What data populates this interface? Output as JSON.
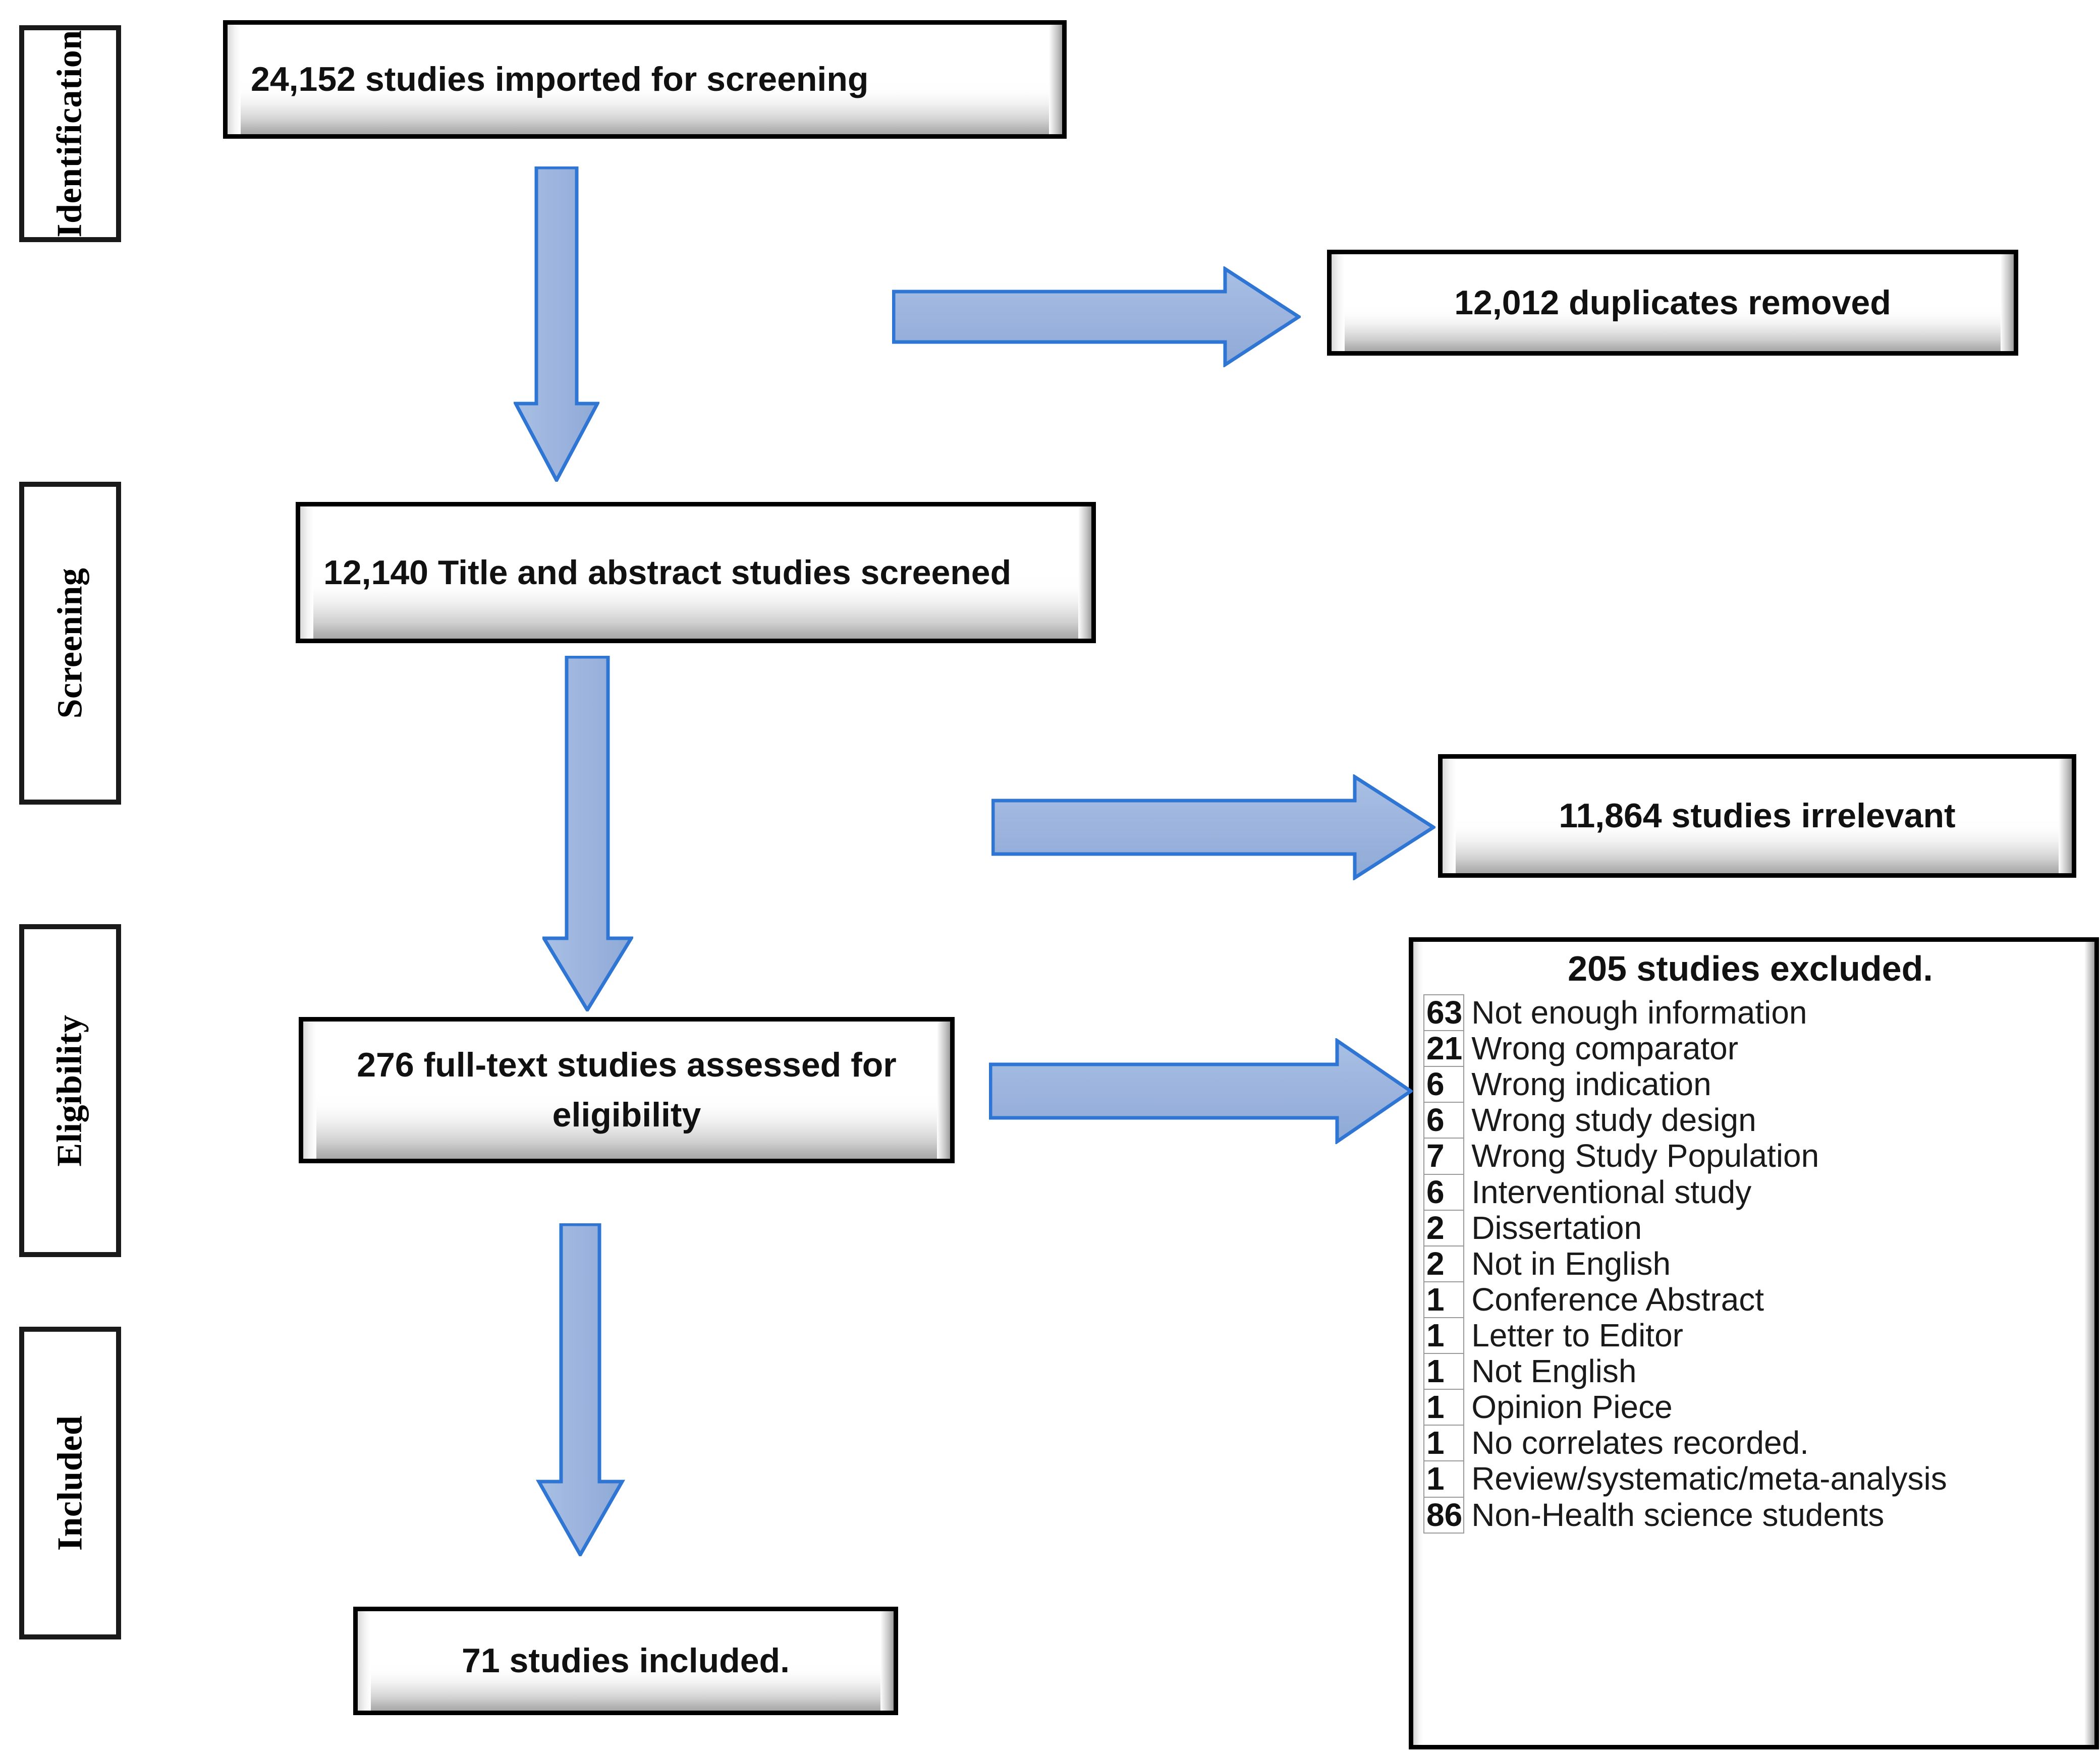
{
  "diagram": {
    "title": "PRISMA study selection flow diagram",
    "accent_arrow_fill": "#95AFDA",
    "accent_arrow_stroke": "#2E75D4",
    "box_border_color": "#000000",
    "text_color": "#111111"
  },
  "stages": [
    {
      "label": "Identification"
    },
    {
      "label": "Screening"
    },
    {
      "label": "Eligibility"
    },
    {
      "label": "Included"
    }
  ],
  "boxes": {
    "imported": {
      "text": "24,152 studies imported for screening"
    },
    "duplicates": {
      "text": "12,012 duplicates removed"
    },
    "screened": {
      "text": "12,140 Title and abstract studies screened"
    },
    "irrelevant": {
      "text": "11,864 studies irrelevant"
    },
    "fulltext": {
      "text": "276 full-text studies assessed for eligibility"
    },
    "included": {
      "text": "71 studies included."
    }
  },
  "exclusion": {
    "title": "205 studies excluded.",
    "total": 205,
    "rows": [
      {
        "count": "63",
        "reason": "Not enough information"
      },
      {
        "count": "21",
        "reason": "Wrong comparator"
      },
      {
        "count": "6",
        "reason": "Wrong indication"
      },
      {
        "count": "6",
        "reason": "Wrong study design"
      },
      {
        "count": "7",
        "reason": "Wrong Study Population"
      },
      {
        "count": "6",
        "reason": "Interventional study"
      },
      {
        "count": "2",
        "reason": "Dissertation"
      },
      {
        "count": "2",
        "reason": "Not in English"
      },
      {
        "count": "1",
        "reason": "Conference Abstract"
      },
      {
        "count": "1",
        "reason": "Letter to Editor"
      },
      {
        "count": "1",
        "reason": "Not English"
      },
      {
        "count": "1",
        "reason": "Opinion Piece"
      },
      {
        "count": "1",
        "reason": "No correlates recorded."
      },
      {
        "count": "1",
        "reason": "Review/systematic/meta-analysis"
      },
      {
        "count": "86",
        "reason": "Non-Health science students"
      }
    ]
  },
  "arrows": [
    {
      "name": "imported-to-screened",
      "direction": "down"
    },
    {
      "name": "imported-to-duplicates",
      "direction": "right"
    },
    {
      "name": "screened-to-fulltext",
      "direction": "down"
    },
    {
      "name": "screened-to-irrelevant",
      "direction": "right"
    },
    {
      "name": "fulltext-to-excluded",
      "direction": "right"
    },
    {
      "name": "fulltext-to-included",
      "direction": "down"
    }
  ]
}
